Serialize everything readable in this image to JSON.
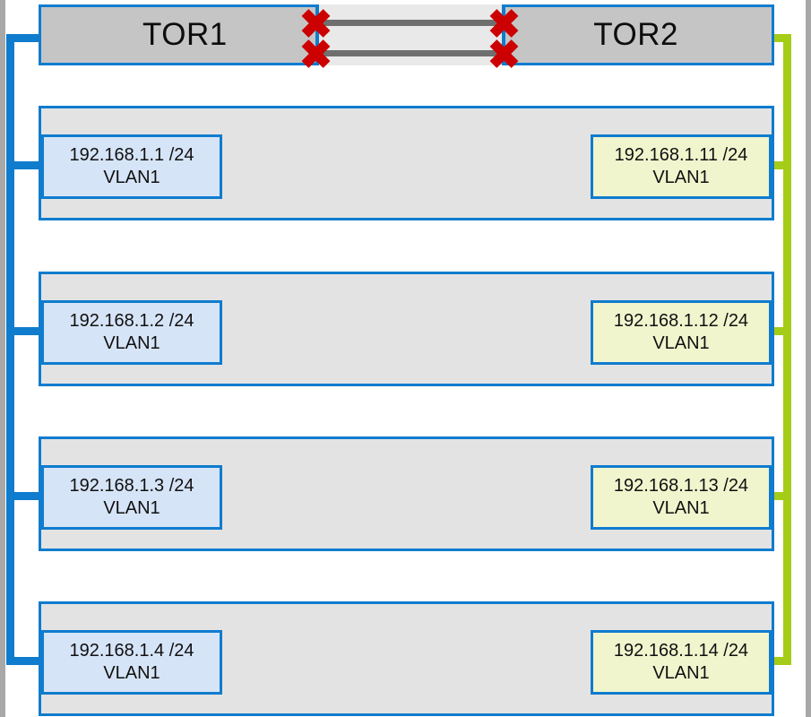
{
  "diagram": {
    "title": "TOR1 / TOR2 dual top-of-rack switch VLAN layout",
    "colors": {
      "trunk_left": "#0f7cce",
      "trunk_right": "#a5cc17",
      "border_blue": "#0f7cce",
      "switch_fill": "#c5c5c5",
      "row_fill": "#e3e3e3",
      "left_box_fill": "#d6e4f7",
      "right_box_fill": "#f0f5cd",
      "fault_red": "#cc0000",
      "cable_gray": "#6f6f6f"
    }
  },
  "switches": {
    "left": {
      "name": "TOR1"
    },
    "right": {
      "name": "TOR2"
    }
  },
  "interswitch_link": {
    "cable_count": 2,
    "cables": [
      {
        "id": "link-top",
        "status": "failed"
      },
      {
        "id": "link-bottom",
        "status": "failed"
      }
    ],
    "fault_marker": "red-x-icon",
    "fault_count": 4
  },
  "rows": [
    {
      "left": {
        "address": "192.168.1.1 /24",
        "vlan": "VLAN1"
      },
      "right": {
        "address": "192.168.1.11 /24",
        "vlan": "VLAN1"
      }
    },
    {
      "left": {
        "address": "192.168.1.2 /24",
        "vlan": "VLAN1"
      },
      "right": {
        "address": "192.168.1.12 /24",
        "vlan": "VLAN1"
      }
    },
    {
      "left": {
        "address": "192.168.1.3 /24",
        "vlan": "VLAN1"
      },
      "right": {
        "address": "192.168.1.13 /24",
        "vlan": "VLAN1"
      }
    },
    {
      "left": {
        "address": "192.168.1.4 /24",
        "vlan": "VLAN1"
      },
      "right": {
        "address": "192.168.1.14 /24",
        "vlan": "VLAN1"
      }
    }
  ]
}
